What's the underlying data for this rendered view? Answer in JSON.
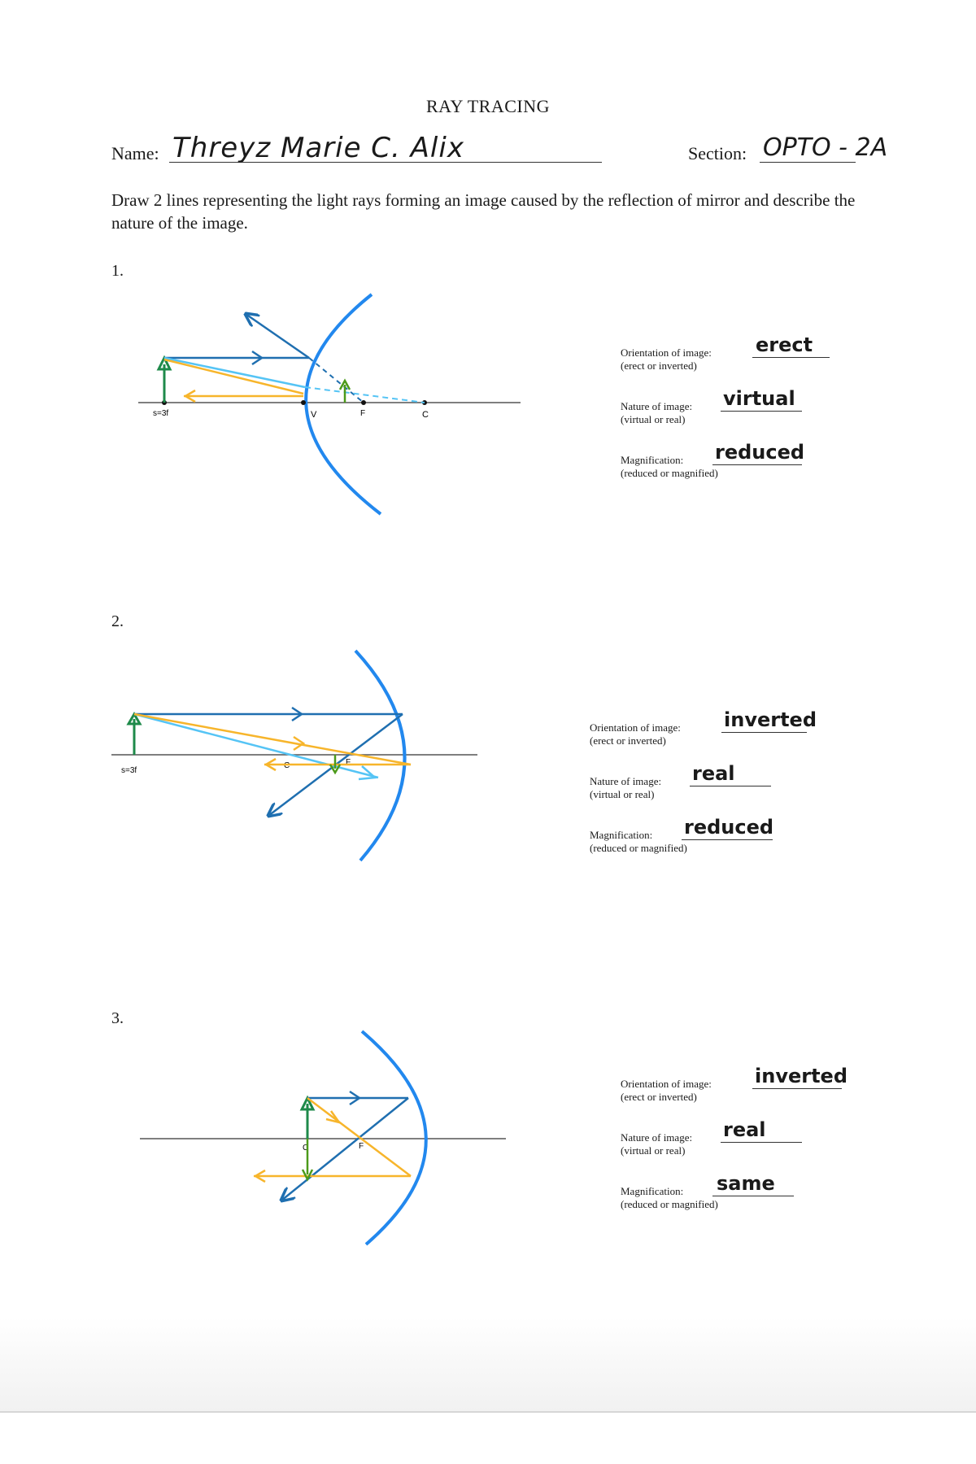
{
  "title": "RAY TRACING",
  "name_label": "Name:",
  "name_value": "Threyz Marie C. Alix",
  "section_label": "Section:",
  "section_value": "OPTO - 2A",
  "instruction": "Draw 2 lines representing the light rays forming an image caused by the reflection of mirror and describe the nature of the image.",
  "figure_labels": {
    "s3f": "s=3f",
    "v": "V",
    "f": "F",
    "c": "C"
  },
  "colors": {
    "mirror": "#2288ee",
    "ray_dark": "#1f6fb0",
    "ray_light": "#55c4f5",
    "ray_yellow": "#f7b52b",
    "object": "#1e8a4a",
    "image": "#4c9a1a",
    "axis": "#555555"
  },
  "questions": [
    {
      "number": "1.",
      "answers": [
        {
          "label": "Orientation of image:",
          "hint": "(erect or inverted)",
          "value": "erect"
        },
        {
          "label": "Nature of image:",
          "hint": "(virtual or real)",
          "value": "virtual"
        },
        {
          "label": "Magnification:",
          "hint": "(reduced or magnified)",
          "value": "reduced"
        }
      ]
    },
    {
      "number": "2.",
      "answers": [
        {
          "label": "Orientation of image:",
          "hint": "(erect or inverted)",
          "value": "inverted"
        },
        {
          "label": "Nature of image:",
          "hint": "(virtual or real)",
          "value": "real"
        },
        {
          "label": "Magnification:",
          "hint": "(reduced or magnified)",
          "value": "reduced"
        }
      ]
    },
    {
      "number": "3.",
      "answers": [
        {
          "label": "Orientation of image:",
          "hint": "(erect or inverted)",
          "value": "inverted"
        },
        {
          "label": "Nature of image:",
          "hint": "(virtual or real)",
          "value": "real"
        },
        {
          "label": "Magnification:",
          "hint": "(reduced or magnified)",
          "value": "same"
        }
      ]
    }
  ]
}
